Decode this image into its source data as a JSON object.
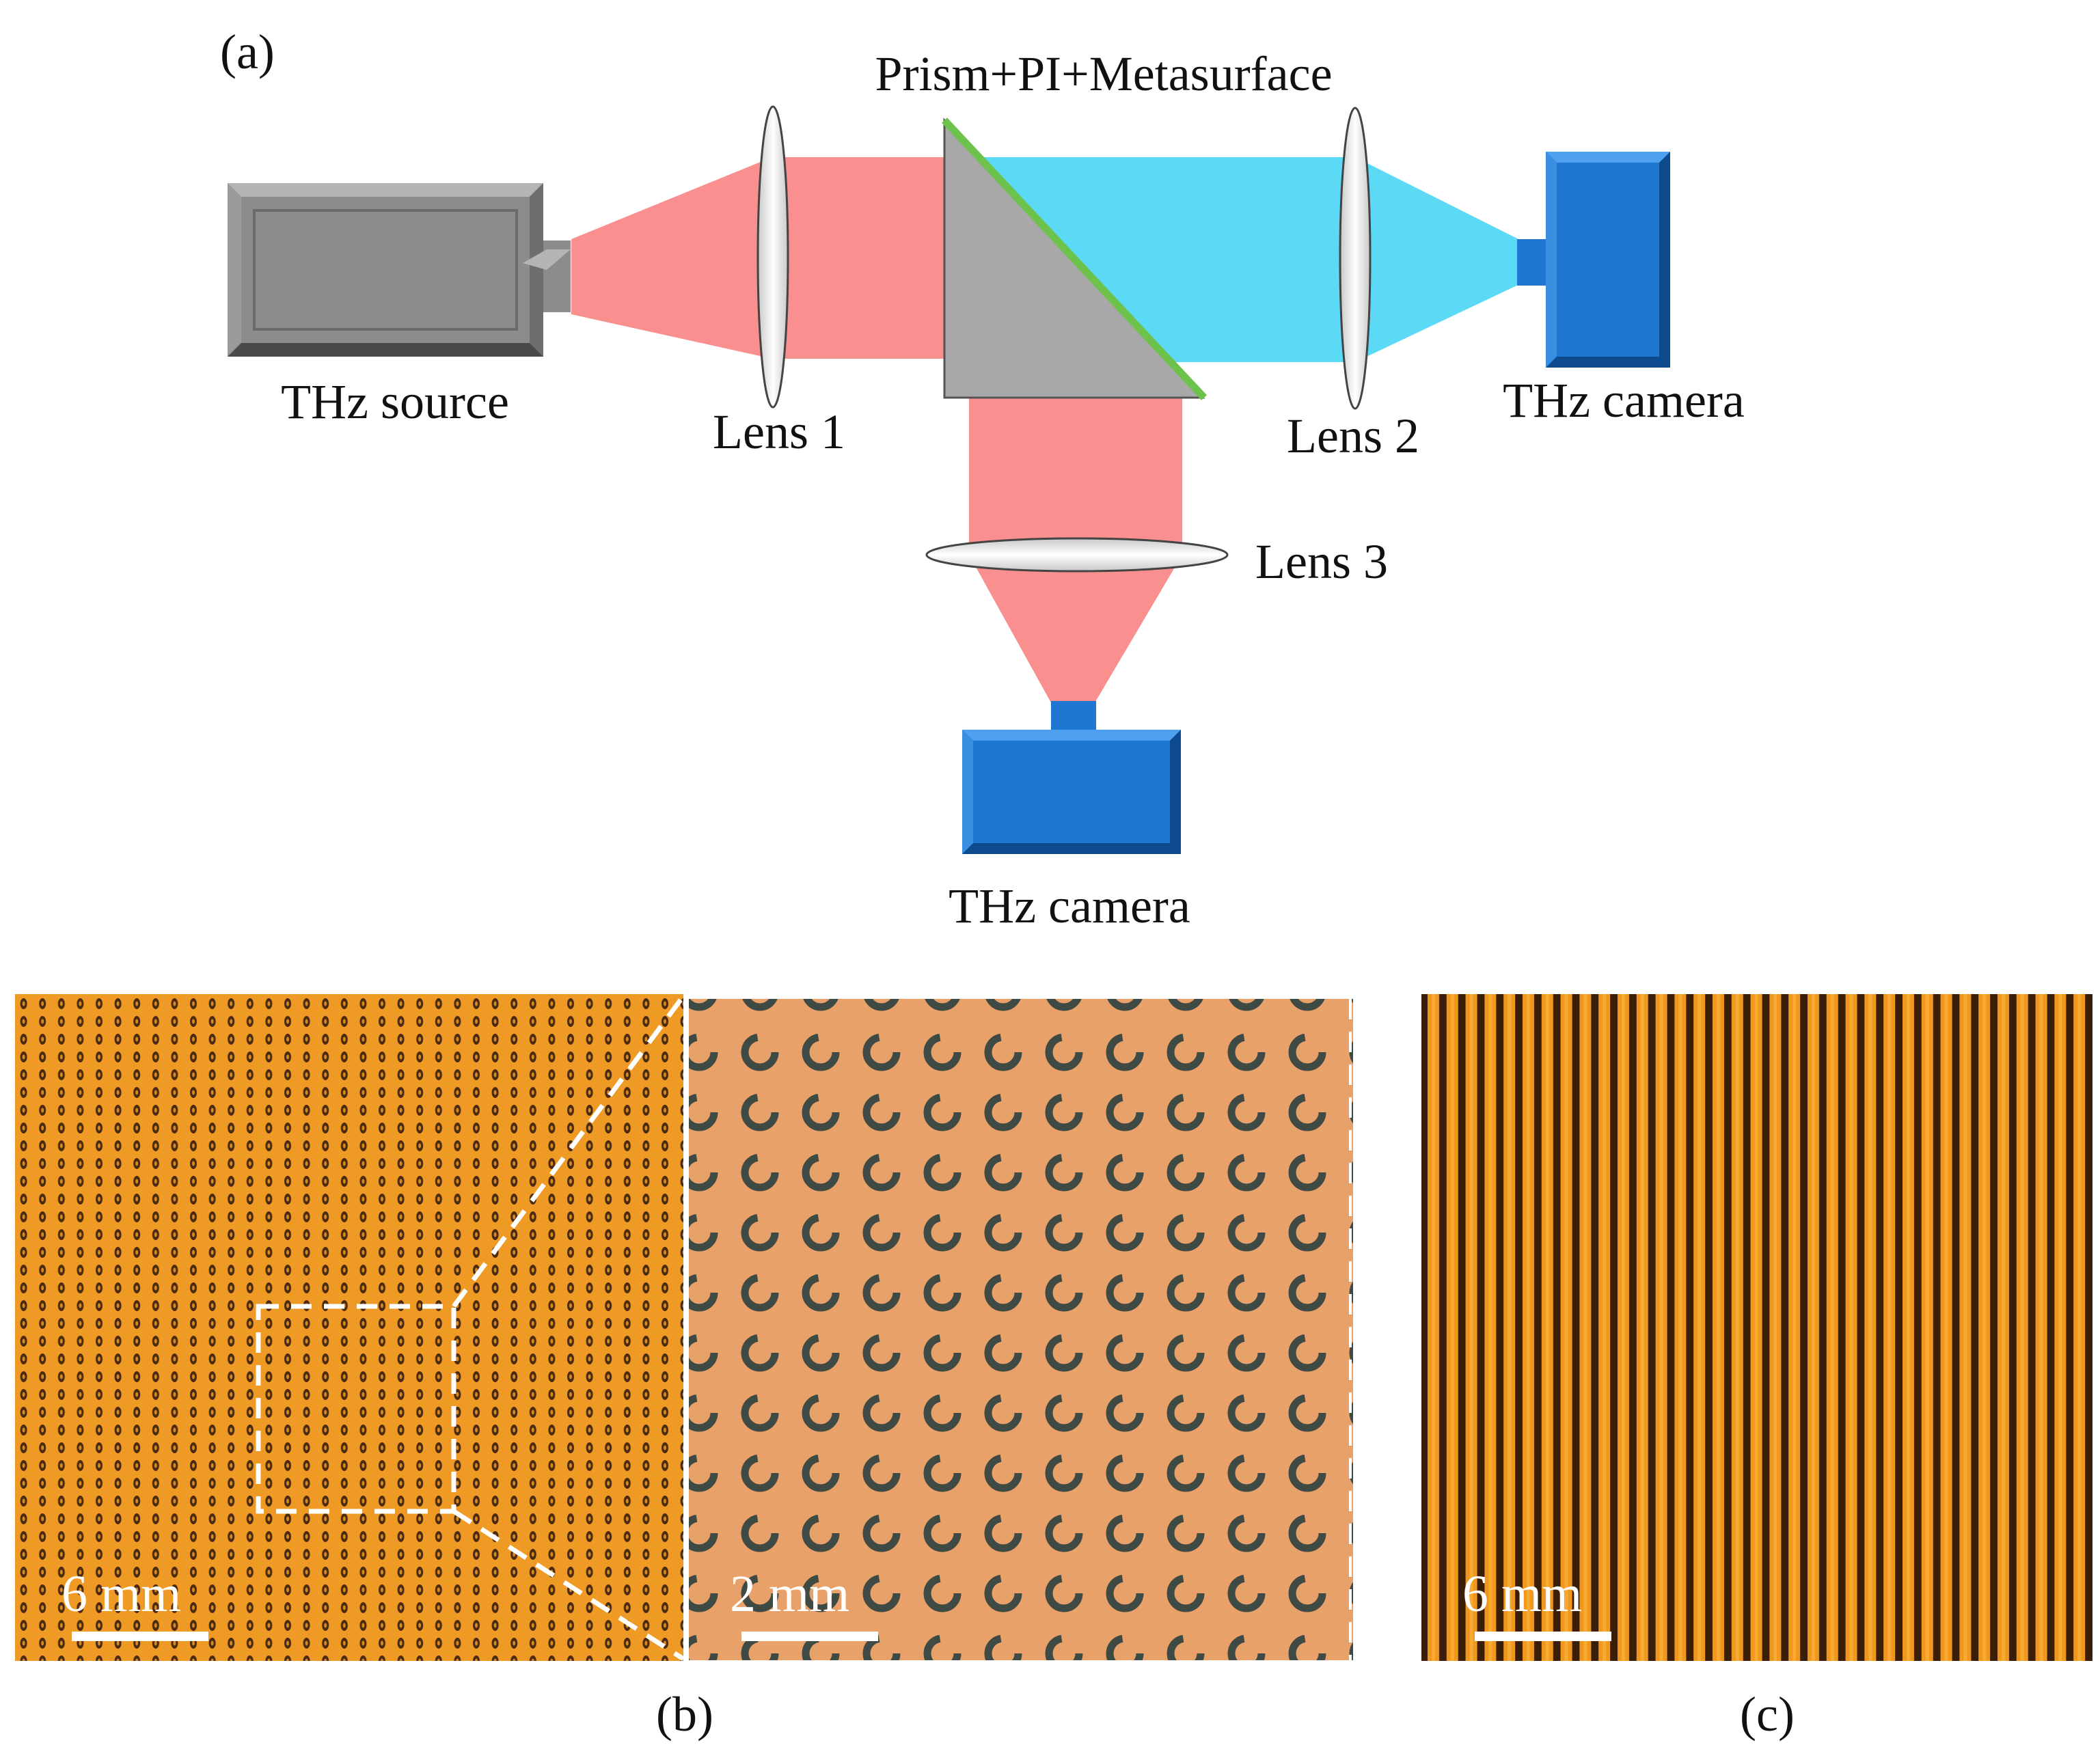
{
  "panel_a": {
    "label": "(a)",
    "prism_label": "Prism+PI+Metasurface",
    "source_label": "THz source",
    "lens1_label": "Lens 1",
    "lens2_label": "Lens 2",
    "lens3_label": "Lens 3",
    "camera_right_label": "THz camera",
    "camera_bottom_label": "THz camera"
  },
  "panel_b": {
    "label": "(b)",
    "scale_left": "6 mm",
    "scale_zoom": "2 mm"
  },
  "panel_c": {
    "label": "(c)",
    "scale": "6 mm"
  },
  "colors": {
    "beam_red": "#fa8f8f",
    "beam_cyan": "#5bd9f5",
    "prism_gray": "#a8a8a8",
    "metasurface_green": "#6cc24a",
    "source_gray": "#8c8c8c",
    "camera_blue": "#1e78d2",
    "sample_orange": "#f0961e"
  }
}
